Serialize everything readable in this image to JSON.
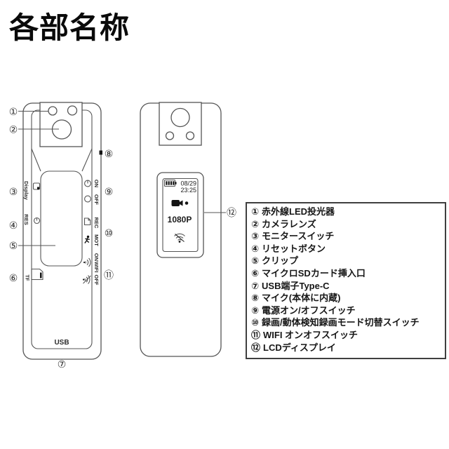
{
  "title": "各部名称",
  "front_view": {
    "callouts": {
      "c1": "①",
      "c2": "②",
      "c3": "③",
      "c4": "④",
      "c5": "⑤",
      "c6": "⑥",
      "c7": "⑦",
      "c8": "⑧",
      "c9": "⑨",
      "c10": "⑩",
      "c11": "⑪"
    },
    "labels": {
      "display": "Display",
      "res": "RES",
      "tf": "TF",
      "usb": "USB",
      "power_on": "ON",
      "power_off": "OFF",
      "rec": "REC",
      "mot": "MOT",
      "wifi_on": "ON",
      "wifi": "WIFI",
      "wifi_off": "OFF"
    }
  },
  "back_view": {
    "callout_12": "⑫",
    "screen": {
      "date": "08/29",
      "time": "23:25",
      "resolution": "1080P"
    }
  },
  "icons": {
    "front_top": [
      "ir-led-circle",
      "ir-led-circle",
      "camera-lens-circle"
    ],
    "left_side": [
      "monitor-icon",
      "reset-icon",
      "sd-card-icon"
    ],
    "right_side": [
      "mic-hole",
      "power-on-icon",
      "power-off-icon",
      "rec-file-icon",
      "motion-person-icon",
      "wifi-on-icon",
      "wifi-off-icon"
    ],
    "screen": [
      "battery-icon",
      "camcorder-icon",
      "record-dot",
      "wifi-icon"
    ]
  },
  "colors": {
    "line": "#555555",
    "text": "#222222",
    "legend_border": "#3f3f3f"
  },
  "legend": {
    "items": [
      {
        "num": "①",
        "label": "赤外線LED投光器"
      },
      {
        "num": "②",
        "label": "カメラレンズ"
      },
      {
        "num": "③",
        "label": "モニタースイッチ"
      },
      {
        "num": "④",
        "label": "リセットボタン"
      },
      {
        "num": "⑤",
        "label": "クリップ"
      },
      {
        "num": "⑥",
        "label": "マイクロSDカード挿入口"
      },
      {
        "num": "⑦",
        "label": "USB端子Type-C"
      },
      {
        "num": "⑧",
        "label": "マイク(本体に内蔵)"
      },
      {
        "num": "⑨",
        "label": "電源オン/オフスイッチ"
      },
      {
        "num": "⑩",
        "label": "録画/動体検知録画モード切替スイッチ"
      },
      {
        "num": "⑪",
        "label": "WIFI オンオフスイッチ"
      },
      {
        "num": "⑫",
        "label": "LCDディスプレイ"
      }
    ]
  }
}
